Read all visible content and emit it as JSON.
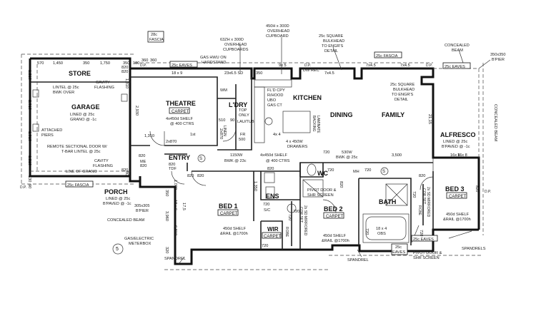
{
  "rooms": {
    "store": "STORE",
    "garage": "GARAGE",
    "theatre": "THEATRE",
    "laundry": "L'DRY",
    "kitchen": "KITCHEN",
    "dining": "DINING",
    "family": "FAMILY",
    "alfresco": "ALFRESCO",
    "entry": "ENTRY",
    "porch": "PORCH",
    "bed1": "BED 1",
    "bed2": "BED 2",
    "bed3": "BED 3",
    "ens": "ENS",
    "bath": "BATH",
    "wc": "WC",
    "wir": "WIR"
  },
  "floor_finish": {
    "theatre": "CARPET",
    "bed1": "CARPET",
    "bed2": "CARPET",
    "bed3": "CARPET",
    "wir": "CARPET"
  },
  "notes": {
    "fascia_28c": [
      "28c",
      "FASCIA"
    ],
    "eaves_left": "25c EAVES",
    "overhead_cupboards": [
      "63ZH x 300D",
      "OVERHEAD",
      "CUPBOARDS"
    ],
    "gas_hwu": [
      "GAS HWU ON",
      "HARDSTAND"
    ],
    "overhead_cupboard": [
      "450H x 300D",
      "OVERHEAD",
      "CUPBOARD"
    ],
    "bulkhead_top": [
      "25c SQUARE",
      "BULKHEAD",
      "TO ENGR'S",
      "DETAIL"
    ],
    "fascia_mid": "25c FASCIA",
    "concealed_beam_top": [
      "CONCEALED",
      "BEAM"
    ],
    "pier": [
      "350x350",
      "B'PIER"
    ],
    "eaves_right": "25c EAVES",
    "bulkhead_right": [
      "25c SQUARE",
      "BULKHEAD",
      "TO ENGR'S",
      "DETAIL"
    ],
    "concealed_beam_side": "CONCEALED BEAM",
    "alfresco_lined": [
      "LINED @ 25c",
      "B'PAVED @ -1c"
    ],
    "garage_lintel": [
      "LINTEL @ 25c",
      "BWK OVER"
    ],
    "cavity_flashing_1": [
      "CAVITY",
      "FLASHING"
    ],
    "garage_lined": [
      "LINED @ 25c",
      "GRANO @ -1c"
    ],
    "attached_piers": [
      "ATTACHED",
      "PIERS"
    ],
    "sectional_door": [
      "REMOTE SECTIONAL DOOR W/",
      "T-BAR LINTEL @ 25c"
    ],
    "cavity_flashing_2": [
      "CAVITY",
      "FLASHING"
    ],
    "line_of_grano": "LINE OF GRANO",
    "fascia_garage": "25c FASCIA",
    "theatre_shelf": [
      "4x450d SHELF",
      "@ 400 CTRS"
    ],
    "kitchen_fitout": [
      "FL'D CPY",
      "R/HOOD",
      "UBO",
      "GAS CT"
    ],
    "laminate_backing": [
      "LAMINATE",
      "BACKING"
    ],
    "top_only": [
      "TOP",
      "ONLY"
    ],
    "lau_tub": "LAU/TUB",
    "drawers": [
      "4 x 450W",
      "DRAWERS"
    ],
    "entry_bwk": [
      "1150W",
      "BWK @ 23c"
    ],
    "entry_shelf": [
      "4x450d SHELF",
      "@ 400 CTRS"
    ],
    "hall_bwk": [
      "530W",
      "BWK @ 25c"
    ],
    "mh": "MH",
    "porch_lined": [
      "LINED @ 25c",
      "B'PAVED @ -1c"
    ],
    "pier_porch": [
      "305x305",
      "B'PIER"
    ],
    "concealed_beam_porch": "CONCEALED BEAM",
    "meterbox": [
      "GAS/ELECTRIC",
      "METERBOX"
    ],
    "spandrel_left": "SPANDREL",
    "spandrel_mid": "SPANDREL",
    "spandrels_right": "SPANDRELS",
    "pivot_door_ens": [
      "PIVOT DOOR &",
      "SHR SCREEN"
    ],
    "pivot_door_bath": [
      "PIVOT DOOR &",
      "SHR SCREEN"
    ],
    "bed1_shelf": [
      "450d SHELF",
      "&RAIL @1700h"
    ],
    "bed2_shelf": [
      "450d SHELF",
      "&RAIL @1700h"
    ],
    "bed3_shelf": [
      "450d SHELF",
      "&RAIL @1700h"
    ],
    "bed2_robe": [
      "2x SD MIRRORED",
      "COR SET"
    ],
    "bed3_robe": [
      "2x SD MIRRORED",
      "COR SET"
    ],
    "linen": [
      "18 x 4",
      "OBS"
    ],
    "eaves_bath": "25c EAVES",
    "eaves_bottom": [
      "25c",
      "EAVES"
    ],
    "robe": "ROBE",
    "fr": [
      "FR",
      "500"
    ],
    "dw_rec": "DW REC",
    "wm": "WM",
    "linen_cpd": "LINEN",
    "rcbe": "RCBE",
    "dp": "D.P.",
    "sc": "S/C",
    "first": "1st",
    "tdf": "TDF",
    "me": "ME"
  },
  "dimensions": {
    "top": [
      "570",
      "1,450",
      "350",
      "1,750",
      "820",
      "18 x 9",
      "23x6.5 SD",
      "9x 5",
      "7x4.5",
      "7x4.5",
      "7x4.5",
      "16x 8",
      "3,500"
    ],
    "garage_left": [
      "1,210",
      "2,610",
      "1,310",
      "1,310",
      "1,210"
    ],
    "theatre": [
      "2,930",
      "1,310",
      "2x870",
      "2x870",
      "510",
      "90"
    ],
    "kitchen": [
      "720",
      "21,15",
      "4x 4"
    ],
    "entry": [
      "820",
      "820",
      "820",
      "820",
      "820",
      "720",
      "720",
      "1,350",
      "1,080",
      "820",
      "18 x 5",
      "3,960",
      "320",
      "6,810",
      "16x 6",
      "820",
      "720",
      "720",
      "820",
      "720"
    ],
    "bedrooms": [
      "720",
      "720",
      "720",
      "720",
      "820",
      "820",
      "17,5"
    ],
    "numbers": [
      "820",
      "350",
      "180",
      "360",
      "360",
      "350",
      "80",
      "130",
      "350",
      "90"
    ]
  },
  "symbols": {
    "s": "S",
    "callout": "5"
  }
}
